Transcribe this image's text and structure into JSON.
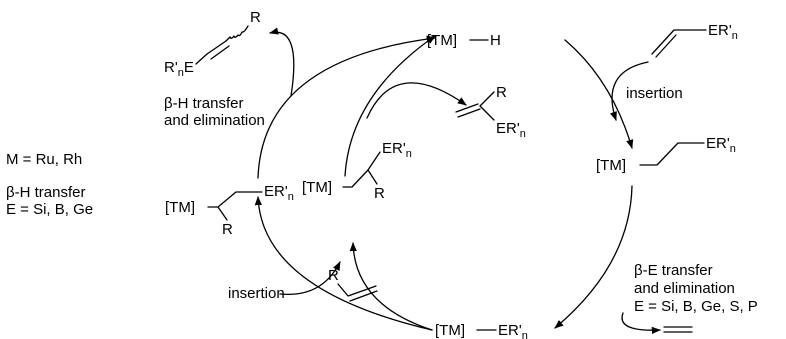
{
  "complexes": {
    "tm_h": "[TM]",
    "tm_h_h": "H",
    "tm_right": "[TM]",
    "tm_right_er": "ER'",
    "tm_right_er_n": "n",
    "tm_bottom": "[TM]",
    "tm_bottom_er": "ER'",
    "tm_bottom_er_n": "n",
    "tm_left": "[TM]",
    "tm_left_er": "ER'",
    "tm_left_er_n": "n",
    "tm_left_r": "R",
    "tm_inner": "[TM]",
    "tm_inner_er": "ER'",
    "tm_inner_er_n": "n",
    "tm_inner_r": "R"
  },
  "reagents": {
    "vinyl_er": "ER'",
    "vinyl_er_n": "n",
    "alkene_r": "R"
  },
  "products": {
    "top_left_r": "R",
    "top_left_er_prefix": "R'",
    "top_left_er_n": "n",
    "top_left_er_e": "E",
    "top_mid_r": "R",
    "top_mid_er": "ER'",
    "top_mid_er_n": "n"
  },
  "labels": {
    "insertion_right": "insertion",
    "insertion_left": "insertion",
    "beta_h_elim_line1": "β-H transfer",
    "beta_h_elim_line2": "and elimination",
    "m_def": "M = Ru, Rh",
    "beta_h_transfer": "β-H transfer",
    "e_def_left": "E = Si, B, Ge",
    "beta_e_line1": "β-E transfer",
    "beta_e_line2": "and elimination",
    "e_def_right": "E = Si, B, Ge, S, P"
  }
}
